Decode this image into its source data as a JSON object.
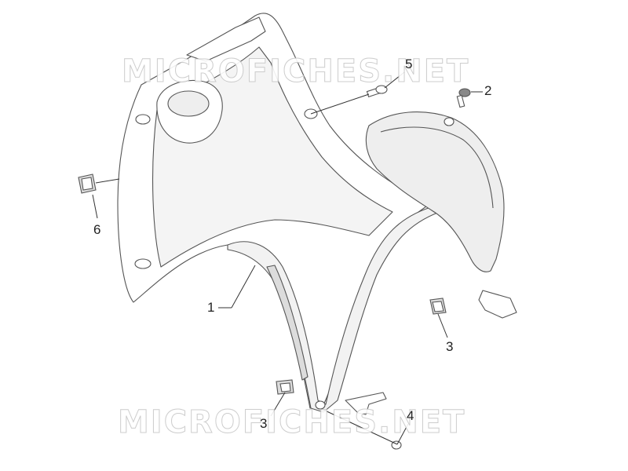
{
  "watermarks": [
    "MICROFICHES.NET",
    "MICROFICHES.NET"
  ],
  "callouts": [
    {
      "id": "c1",
      "label": "1"
    },
    {
      "id": "c2",
      "label": "2"
    },
    {
      "id": "c3a",
      "label": "3"
    },
    {
      "id": "c3b",
      "label": "3"
    },
    {
      "id": "c4",
      "label": "4"
    },
    {
      "id": "c5",
      "label": "5"
    },
    {
      "id": "c6",
      "label": "6"
    }
  ],
  "colors": {
    "line": "#555555",
    "shade": "#dcdcdc",
    "paper": "#ffffff"
  }
}
